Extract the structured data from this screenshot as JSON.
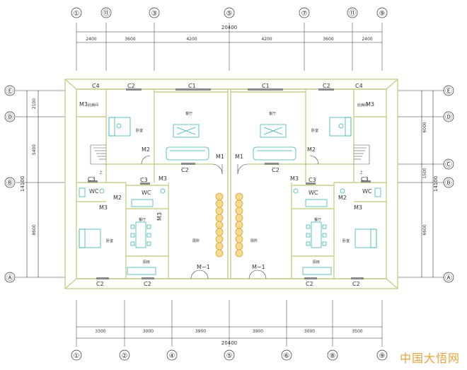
{
  "colors": {
    "wall": "#c9cf8a",
    "dim": "#333333",
    "furniture": "#37b5b0",
    "window": "#8a8a8a",
    "flower": "#d9a23a",
    "watermark": "#e8a23a"
  },
  "top_axes": [
    "①",
    "⑪",
    "③",
    "⑤",
    "⑦",
    "⑪",
    "⑨"
  ],
  "bottom_axes": [
    "①",
    "②",
    "④",
    "⑤",
    "⑥",
    "⑧",
    "⑨"
  ],
  "left_axes": [
    "Ⓔ",
    "Ⓓ",
    "Ⓑ",
    "Ⓐ"
  ],
  "right_axes": [
    "Ⓔ",
    "Ⓓ",
    "Ⓒ",
    "Ⓑ",
    "Ⓐ"
  ],
  "top_dims": [
    "2400",
    "3600",
    "4200",
    "4200",
    "3600",
    "2400"
  ],
  "top_total": "20400",
  "bottom_dims": [
    "3300",
    "3000",
    "3900",
    "3900",
    "3000",
    "3500"
  ],
  "bottom_total": "20400",
  "left_dims": [
    "2100",
    "5400",
    "8600"
  ],
  "left_total": "14100",
  "right_dims": [
    "6000",
    "1500",
    "6600"
  ],
  "right_total": "14100",
  "windows": [
    "C4",
    "C2",
    "C1",
    "C1",
    "C2",
    "C4",
    "C3",
    "C3",
    "C3",
    "C3",
    "C2",
    "C2",
    "C2",
    "C2",
    "C2",
    "C2"
  ],
  "doors": [
    "M3",
    "M3",
    "M2",
    "M2",
    "M1",
    "M1",
    "M2",
    "M2",
    "M3",
    "M3",
    "M3",
    "M3",
    "M3",
    "M−1",
    "M−1"
  ],
  "rooms": {
    "balcony": "此病间",
    "bedroom": "卧室",
    "living": "客厅",
    "dining": "餐厅",
    "kitchen": "厨房",
    "hall": "厕所",
    "wc": "WC",
    "up": "上"
  },
  "watermark": "中国大悟网"
}
